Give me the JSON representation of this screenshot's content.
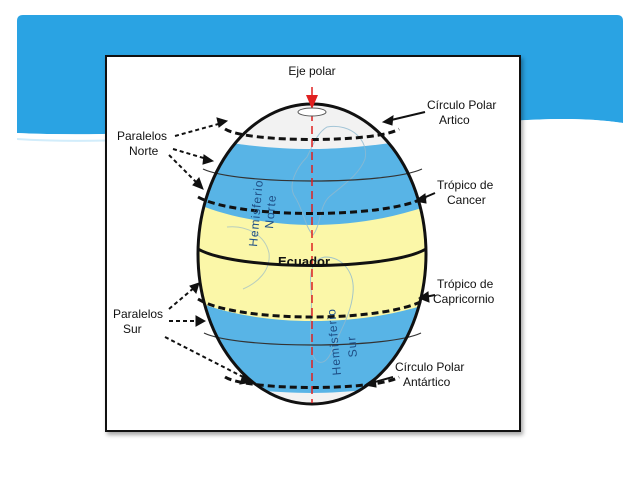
{
  "slide": {
    "header_color": "#2aa3e3",
    "wave_color": "#ffffff"
  },
  "diagram": {
    "labels": {
      "eje_polar": "Eje polar",
      "circulo_polar_artico_1": "Círculo Polar",
      "circulo_polar_artico_2": "Artico",
      "paralelos_norte_1": "Paralelos",
      "paralelos_norte_2": "Norte",
      "tropico_cancer_1": "Trópico de",
      "tropico_cancer_2": "Cancer",
      "ecuador": "Ecuador",
      "tropico_capricornio_1": "Trópico de",
      "tropico_capricornio_2": "Capricornio",
      "paralelos_sur_1": "Paralelos",
      "paralelos_sur_2": "Sur",
      "circulo_polar_antartico_1": "Círculo Polar",
      "circulo_polar_antartico_2": "Antártico",
      "hemisferio_norte_1": "Hemisferio",
      "hemisferio_norte_2": "Norte",
      "hemisferio_sur_1": "Hemisferio",
      "hemisferio_sur_2": "Sur"
    },
    "colors": {
      "ocean": "#58b4e6",
      "tropics": "#fbf7a8",
      "polar": "#f2f2f2",
      "axis": "#e02020",
      "outline": "#111111"
    }
  }
}
